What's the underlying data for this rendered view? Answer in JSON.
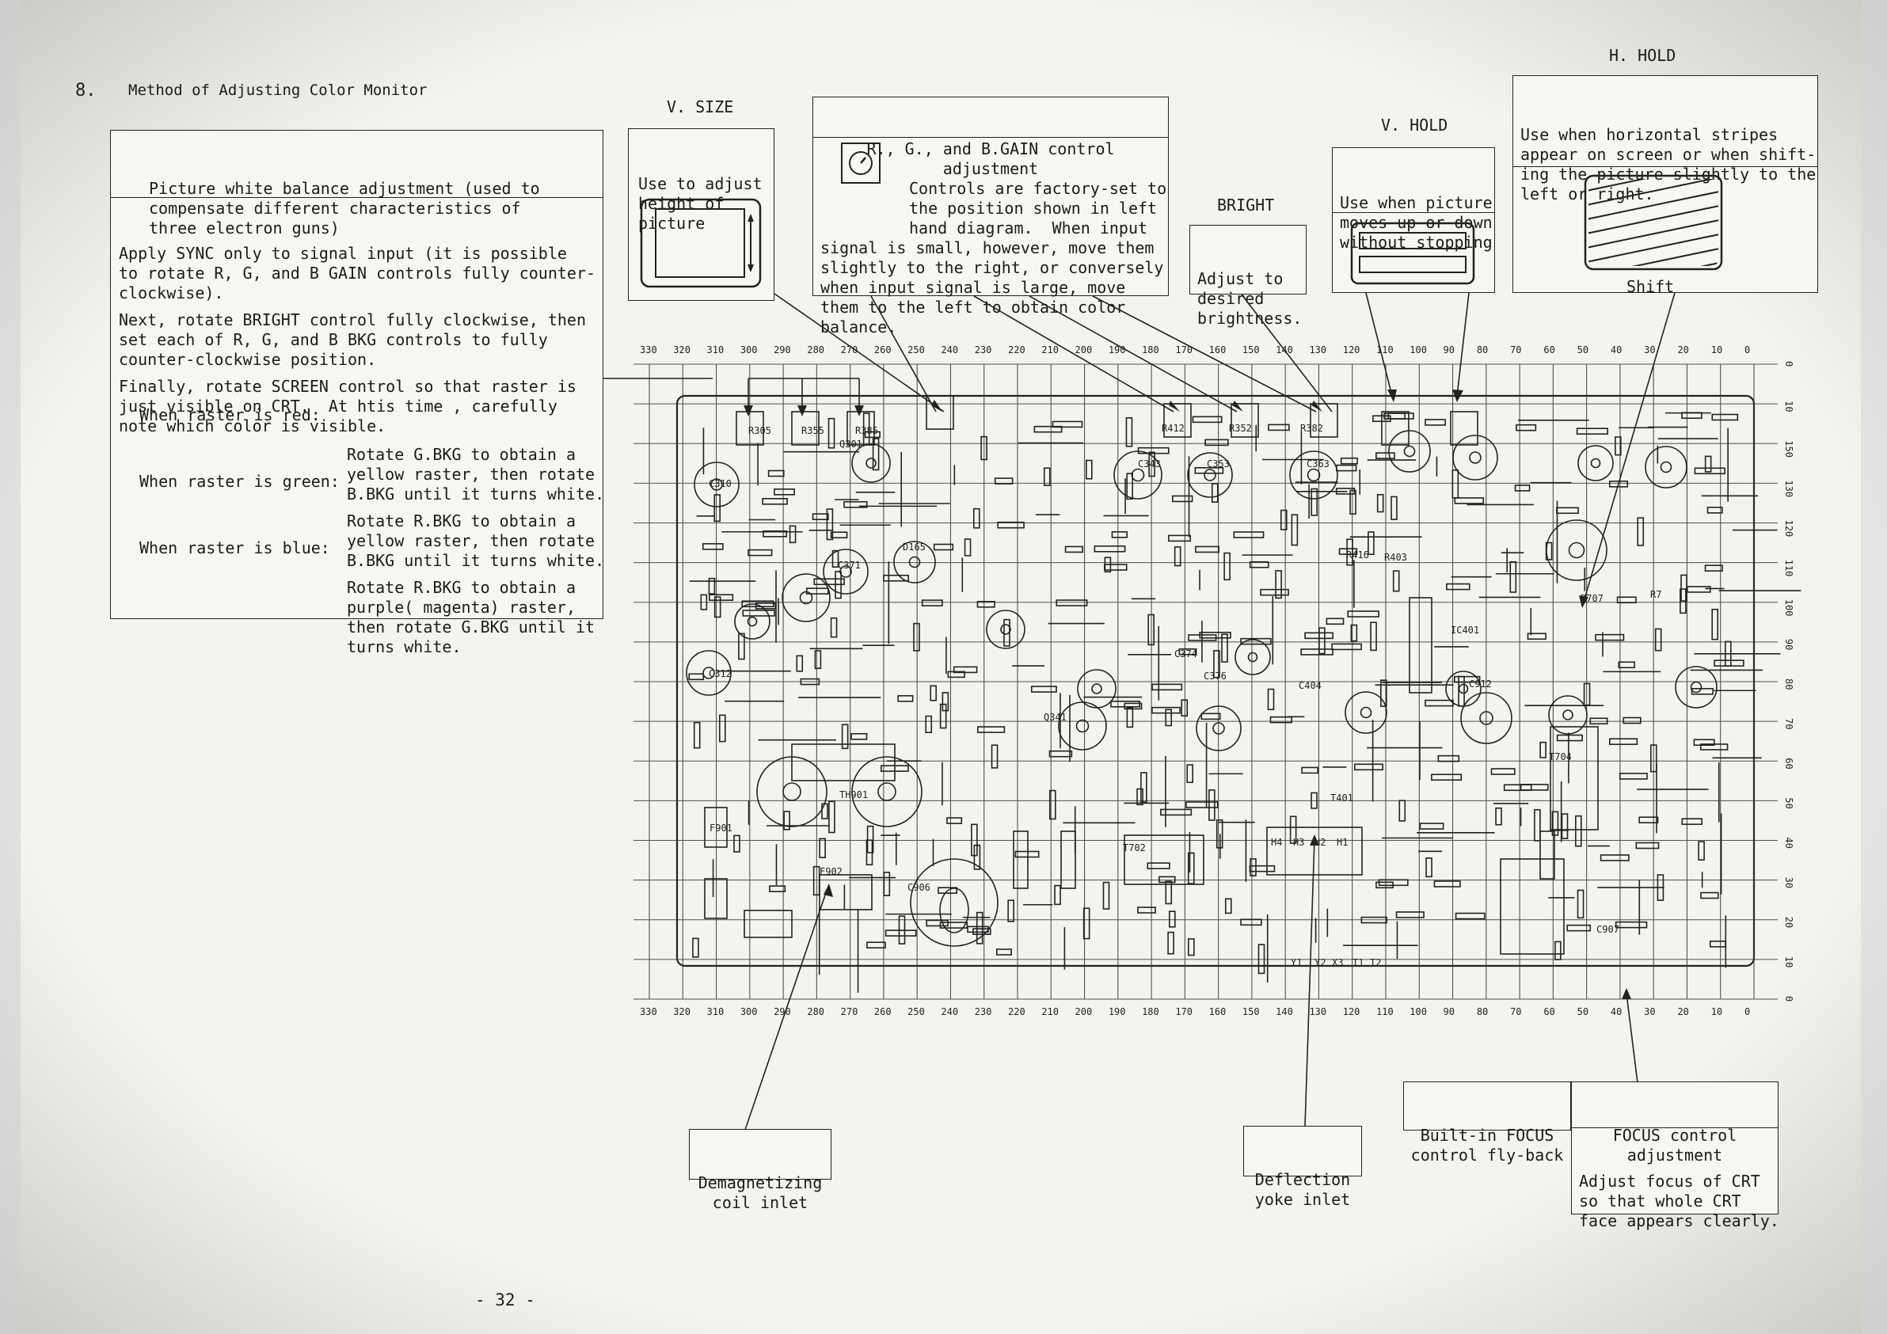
{
  "section": {
    "number": "8.",
    "title": "Method of Adjusting Color Monitor"
  },
  "instructions": {
    "heading": [
      "Picture white balance adjustment (used to",
      "compensate different characteristics of",
      "three electron guns)"
    ],
    "para1": [
      "Apply SYNC only to signal input (it is possible",
      "to rotate R, G, and B GAIN controls fully counter-",
      "clockwise)."
    ],
    "para2": [
      "Next, rotate BRIGHT control fully clockwise, then",
      "set each of R, G, and B BKG controls to fully",
      "counter-clockwise position."
    ],
    "para3": [
      "Finally, rotate SCREEN control so that raster is",
      "just visible on CRT.  At htis time , carefully",
      "note which color is visible."
    ],
    "cases": [
      {
        "when": "When raster is red:",
        "action": [
          "Rotate G.BKG to obtain a",
          "yellow raster, then rotate",
          "B.BKG until it turns white."
        ]
      },
      {
        "when": "When raster is green:",
        "action": [
          "Rotate R.BKG to obtain a",
          "yellow raster, then rotate",
          "B.BKG until it turns white."
        ]
      },
      {
        "when": "When raster is blue:",
        "action": [
          "Rotate R.BKG to obtain a",
          "purple( magenta) raster,",
          "then rotate G.BKG until it",
          "turns white."
        ]
      }
    ]
  },
  "callouts": {
    "v_size": {
      "title": "V. SIZE",
      "body": [
        "Use to adjust",
        "height of",
        "picture"
      ]
    },
    "rgb_gain": {
      "title": [
        "R., G., and B.GAIN control",
        "adjustment"
      ],
      "body": [
        "Controls are factory-set to",
        "the position shown in left",
        "hand diagram.  When input",
        "signal is small, however, move them",
        "slightly to the right, or conversely",
        "when input signal is large, move",
        "them to the left to obtain color",
        "balance."
      ]
    },
    "bright": {
      "title": "BRIGHT",
      "body": [
        "Adjust to",
        "desired",
        "brightness."
      ]
    },
    "v_hold": {
      "title": "V. HOLD",
      "body": [
        "Use when picture",
        "moves up or down",
        "without stopping"
      ]
    },
    "h_hold": {
      "title": "H. HOLD",
      "body": [
        "Use when horizontal stripes",
        "appear on screen or when shift-",
        "ing the picture slightly to the",
        "left or right."
      ],
      "caption": "Shift"
    },
    "demag": {
      "body": [
        "Demagnetizing",
        "coil inlet"
      ]
    },
    "deflection": {
      "body": [
        "Deflection",
        "yoke inlet"
      ]
    },
    "flyback": {
      "body": [
        "Built-in FOCUS",
        "control fly-back"
      ]
    },
    "focus": {
      "title": [
        "FOCUS control",
        "adjustment"
      ],
      "body": [
        "Adjust focus of CRT",
        "so that whole CRT",
        "face appears clearly."
      ]
    }
  },
  "schematic": {
    "top_scale": [
      "330",
      "320",
      "310",
      "300",
      "290",
      "280",
      "270",
      "260",
      "250",
      "240",
      "230",
      "220",
      "210",
      "200",
      "190",
      "180",
      "170",
      "160",
      "150",
      "140",
      "130",
      "120",
      "110",
      "100",
      "90",
      "80",
      "70",
      "60",
      "50",
      "40",
      "30",
      "20",
      "10",
      "0"
    ],
    "bottom_scale": [
      "330",
      "320",
      "310",
      "300",
      "290",
      "280",
      "270",
      "260",
      "250",
      "240",
      "230",
      "220",
      "210",
      "200",
      "190",
      "180",
      "170",
      "160",
      "150",
      "140",
      "130",
      "120",
      "110",
      "100",
      "90",
      "80",
      "70",
      "60",
      "50",
      "40",
      "30",
      "20",
      "10",
      "0"
    ],
    "side_scale": [
      "0",
      "10",
      "150",
      "130",
      "120",
      "110",
      "100",
      "90",
      "80",
      "70",
      "60",
      "50",
      "40",
      "30",
      "20",
      "10",
      "0"
    ],
    "component_labels": [
      "R305",
      "R355",
      "R385",
      "R412",
      "R352",
      "R382",
      "C343",
      "C353",
      "C363",
      "R416",
      "R403",
      "C310",
      "C312",
      "C371",
      "C374",
      "C376",
      "C404",
      "C912",
      "TH901",
      "C906",
      "F901",
      "F902",
      "T704",
      "T702",
      "IC401",
      "D165",
      "Q301",
      "Q341",
      "T401",
      "R707",
      "C907",
      "R7"
    ],
    "connector_labels": [
      "H4",
      "H3",
      "H2",
      "H1",
      "Y1",
      "Y2",
      "X3",
      "T1",
      "T2"
    ]
  },
  "footer": {
    "page": "- 32 -"
  }
}
